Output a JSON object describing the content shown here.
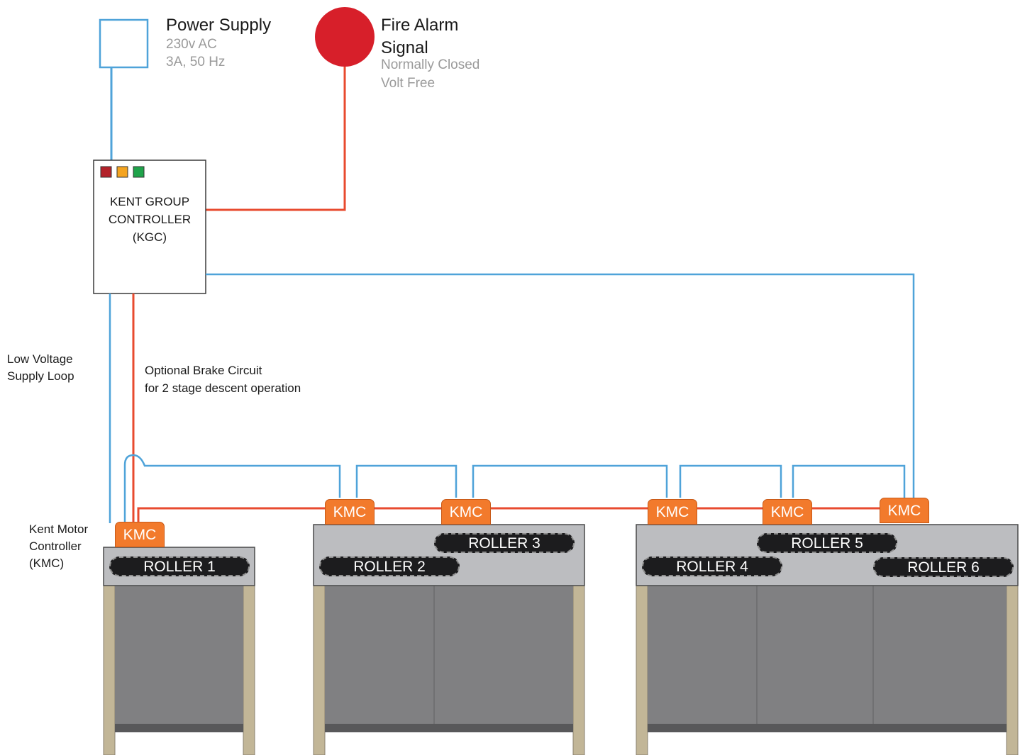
{
  "power_supply": {
    "title": "Power Supply",
    "line1": "230v AC",
    "line2": "3A, 50 Hz"
  },
  "fire_alarm": {
    "title_line1": "Fire Alarm",
    "title_line2": "Signal",
    "line1": "Normally Closed",
    "line2": "Volt Free",
    "color": "#d71f2a"
  },
  "controller": {
    "line1": "KENT GROUP",
    "line2": "CONTROLLER",
    "line3": "(KGC)",
    "leds": [
      "#b3222a",
      "#f4a420",
      "#1fa34a"
    ]
  },
  "labels": {
    "low_voltage_line1": "Low Voltage",
    "low_voltage_line2": "Supply Loop",
    "brake_line1": "Optional Brake Circuit",
    "brake_line2": "for 2 stage descent operation",
    "kmc_line1": "Kent Motor",
    "kmc_line2": "Controller",
    "kmc_line3": "(KMC)"
  },
  "kmc_label": "KMC",
  "rollers": [
    "ROLLER 1",
    "ROLLER 2",
    "ROLLER 3",
    "ROLLER 4",
    "ROLLER 5",
    "ROLLER 6"
  ],
  "colors": {
    "supply_loop": "#4fa3d9",
    "brake_circuit": "#e84b2f",
    "kmc": "#f27a2c",
    "housing": "#bcbdc0",
    "shutter": "#808082",
    "frame": "#c2b697"
  }
}
